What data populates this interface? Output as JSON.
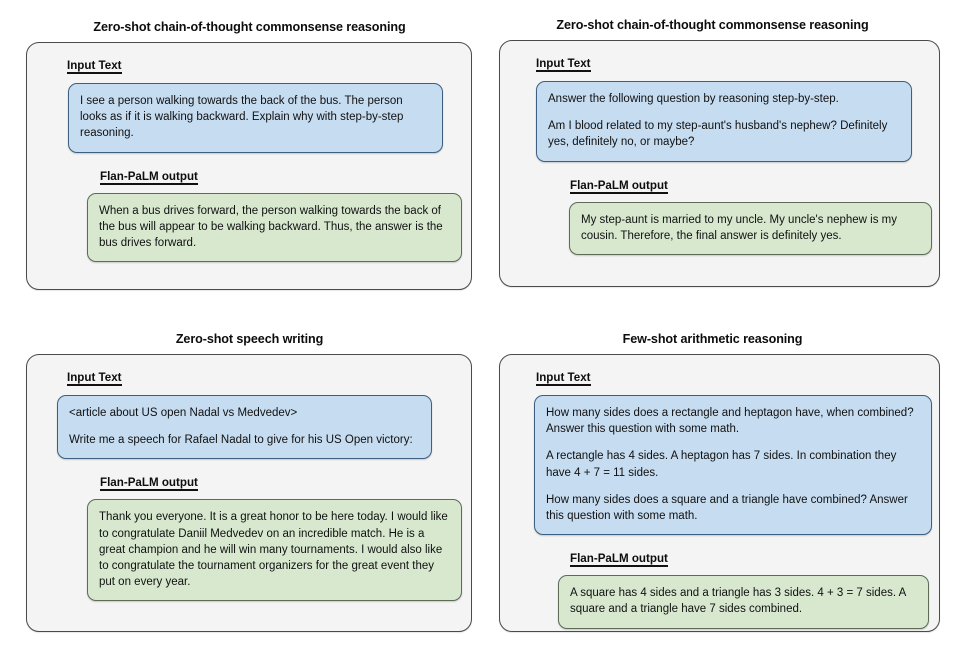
{
  "labels": {
    "input": "Input Text",
    "output": "Flan-PaLM output"
  },
  "colors": {
    "page_background": "#ffffff",
    "panel_background": "#f4f4f4",
    "panel_border": "#4a4a4a",
    "input_bubble_fill": "#c6dcf0",
    "input_bubble_border": "#3e5f80",
    "output_bubble_fill": "#d7e8cf",
    "output_bubble_border": "#5d6b57",
    "text": "#111111"
  },
  "panels": [
    {
      "title": "Zero-shot chain-of-thought commonsense reasoning",
      "input_paragraphs": [
        "I see a person walking towards the back of the bus. The person looks as if it is walking backward. Explain why with step-by-step reasoning."
      ],
      "output_paragraphs": [
        "When a bus drives forward, the person walking towards the back of the bus will appear to be walking backward. Thus, the answer is the bus drives forward."
      ]
    },
    {
      "title": "Zero-shot chain-of-thought commonsense reasoning",
      "input_paragraphs": [
        "Answer the following question by reasoning step-by-step.",
        "Am I blood related to my step-aunt's husband's nephew? Definitely yes, definitely no, or maybe?"
      ],
      "output_paragraphs": [
        "My step-aunt is married to my uncle. My uncle's nephew is my cousin. Therefore, the final answer is definitely yes."
      ]
    },
    {
      "title": "Zero-shot speech writing",
      "input_paragraphs": [
        "<article about US open Nadal vs Medvedev>",
        "Write me a speech for Rafael Nadal to give for his US Open victory:"
      ],
      "output_paragraphs": [
        "Thank you everyone. It is a great honor to be here today. I would like to congratulate Daniil Medvedev on an incredible match. He is a great champion and he will win many tournaments. I would also like to congratulate the tournament organizers for the great event they put on every year."
      ]
    },
    {
      "title": "Few-shot arithmetic reasoning",
      "input_paragraphs": [
        "How many sides does a rectangle and heptagon have, when combined? Answer this question with some math.",
        "A rectangle has 4 sides. A heptagon has 7 sides. In combination they have 4 + 7 = 11 sides.",
        "How many sides does a square and a triangle have combined? Answer this question with some math."
      ],
      "output_paragraphs": [
        "A square has 4 sides and a triangle has 3 sides. 4 + 3 = 7 sides. A square and a triangle have 7 sides combined."
      ]
    }
  ]
}
